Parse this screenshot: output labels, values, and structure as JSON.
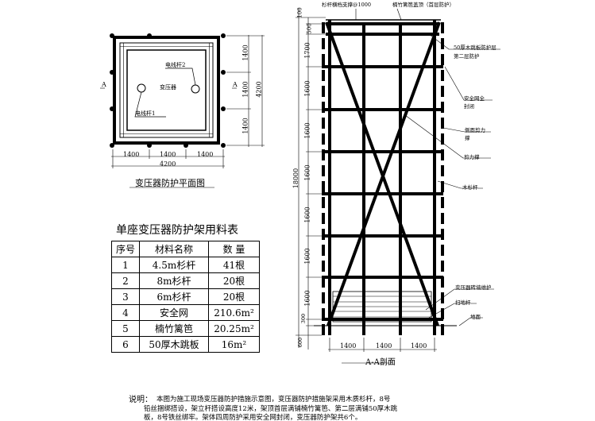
{
  "plan": {
    "title": "变压器防护平面图",
    "label_transformer": "变压器",
    "label_pole1": "电线杆1",
    "label_pole2": "电线杆2",
    "section_mark": "A",
    "dims_h": [
      "1400",
      "1400",
      "1400"
    ],
    "dim_total_h": "4200",
    "dims_v": [
      "1400",
      "1400",
      "1400"
    ],
    "dim_total_v": "4200"
  },
  "section": {
    "title": "A-A剖面",
    "labels": [
      "杉杆横档支撑@1000",
      "楠竹篱笆盖顶（首层防护）",
      "50厚木跳板防护层",
      "第二层防护",
      "安全网全",
      "封闭",
      "侧面剪力",
      "撑",
      "剪力撑",
      "木杉杆",
      "变压器砖墙维护",
      "扫地杆",
      "地面"
    ],
    "dims_v": [
      "100",
      "500",
      "1700",
      "1600",
      "1600",
      "1600",
      "1600",
      "1600",
      "1600",
      "300",
      "600"
    ],
    "dim_total": "18000",
    "dims_h": [
      "1400",
      "1400",
      "1400"
    ]
  },
  "table": {
    "title": "单座变压器防护架用料表",
    "headers": [
      "序号",
      "材料名称",
      "数 量"
    ],
    "rows": [
      [
        "1",
        "4.5m杉杆",
        "41根"
      ],
      [
        "2",
        "8m杉杆",
        "20根"
      ],
      [
        "3",
        "6m杉杆",
        "20根"
      ],
      [
        "4",
        "安全网",
        "210.6m²"
      ],
      [
        "5",
        "楠竹篱笆",
        "20.25m²"
      ],
      [
        "6",
        "50厚木跳板",
        "16m²"
      ]
    ]
  },
  "note": {
    "label": "说明：",
    "lines": [
      "本图为施工现场变压器防护措施示意图，变压器防护措施架采用木质杉杆，8号",
      "铅丝捆绑搭设，架立杆搭设高度12米，架顶首层满铺楠竹篱笆、第二层满铺50厚木跳",
      "板，8号铁丝绑牢。架体四周防护采用安全网封闭，变压器防护架共6个。"
    ]
  }
}
